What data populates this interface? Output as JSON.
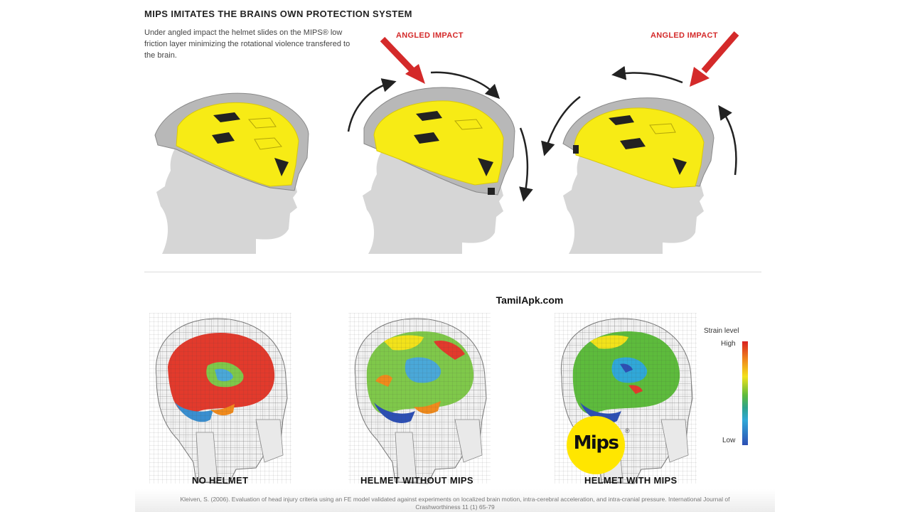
{
  "header": {
    "title": "MIPS IMITATES THE BRAINS OWN PROTECTION SYSTEM",
    "description": "Under angled impact the helmet slides on the MIPS® low friction layer minimizing the rotational violence transfered to the brain."
  },
  "impact_labels": [
    "ANGLED IMPACT",
    "ANGLED IMPACT"
  ],
  "watermark": "TamilApk.com",
  "legend": {
    "title": "Strain level",
    "high": "High",
    "low": "Low"
  },
  "captions": [
    "NO HELMET",
    "HELMET WITHOUT MIPS",
    "HELMET WITH MIPS"
  ],
  "logo": {
    "text": "Mips",
    "mark": "®"
  },
  "reference": "Kleiven, S. (2006). Evaluation of head injury criteria using an FE model validated against experiments on localized brain motion, intra-cerebral acceleration, and intra-cranial pressure. International Journal of Crashworthiness 11 (1) 65-79",
  "colors": {
    "helmet_shell": "#b8b8b8",
    "helmet_liner": "#f7eb15",
    "head": "#d6d6d6",
    "impact_arrow": "#d42a2a",
    "rotation_arrow": "#222222"
  }
}
